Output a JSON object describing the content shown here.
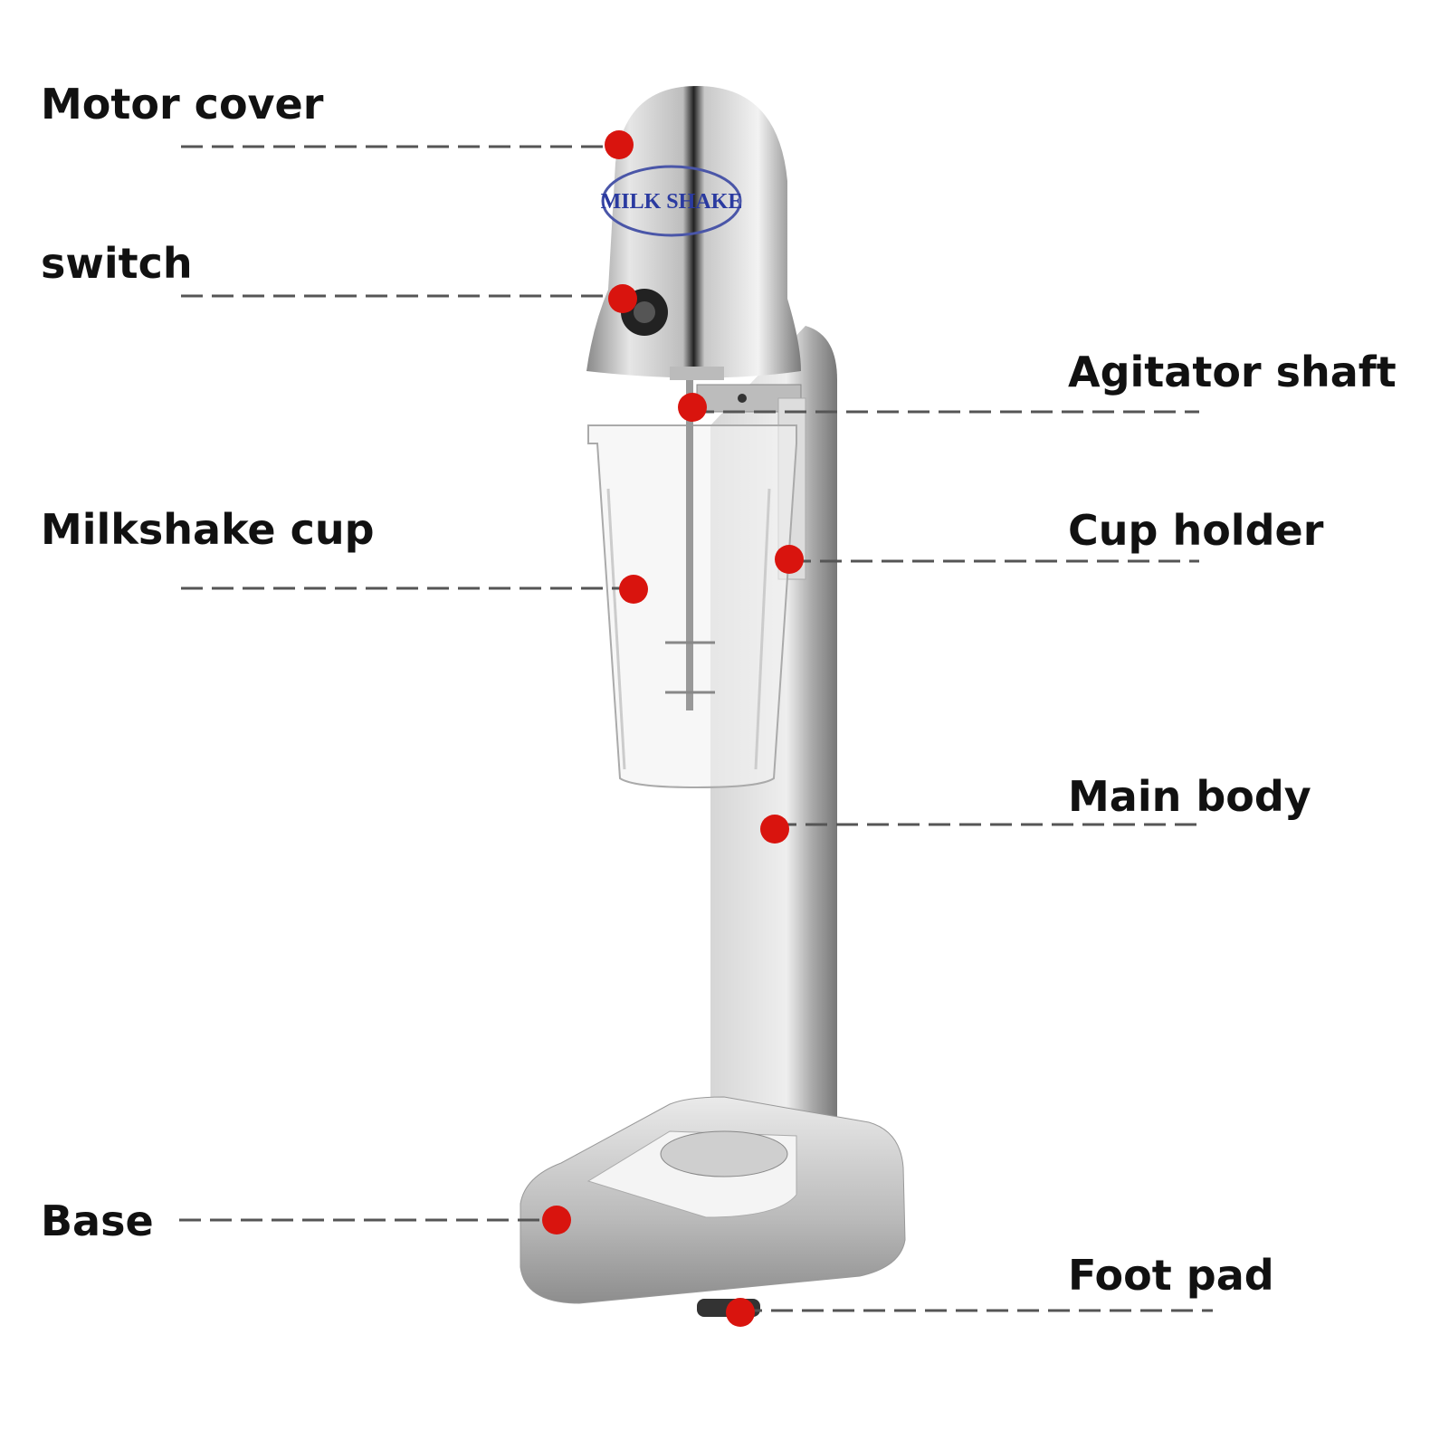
{
  "product_logo": "MILK SHAKE",
  "labels": {
    "motor_cover": "Motor cover",
    "switch": "switch",
    "agitator_shaft": "Agitator shaft",
    "milkshake_cup": "Milkshake cup",
    "cup_holder": "Cup holder",
    "main_body": "Main body",
    "base": "Base",
    "foot_pad": "Foot pad"
  },
  "colors": {
    "marker": "#d9140e",
    "leader": "#555555",
    "logo": "#2a3aa0"
  }
}
